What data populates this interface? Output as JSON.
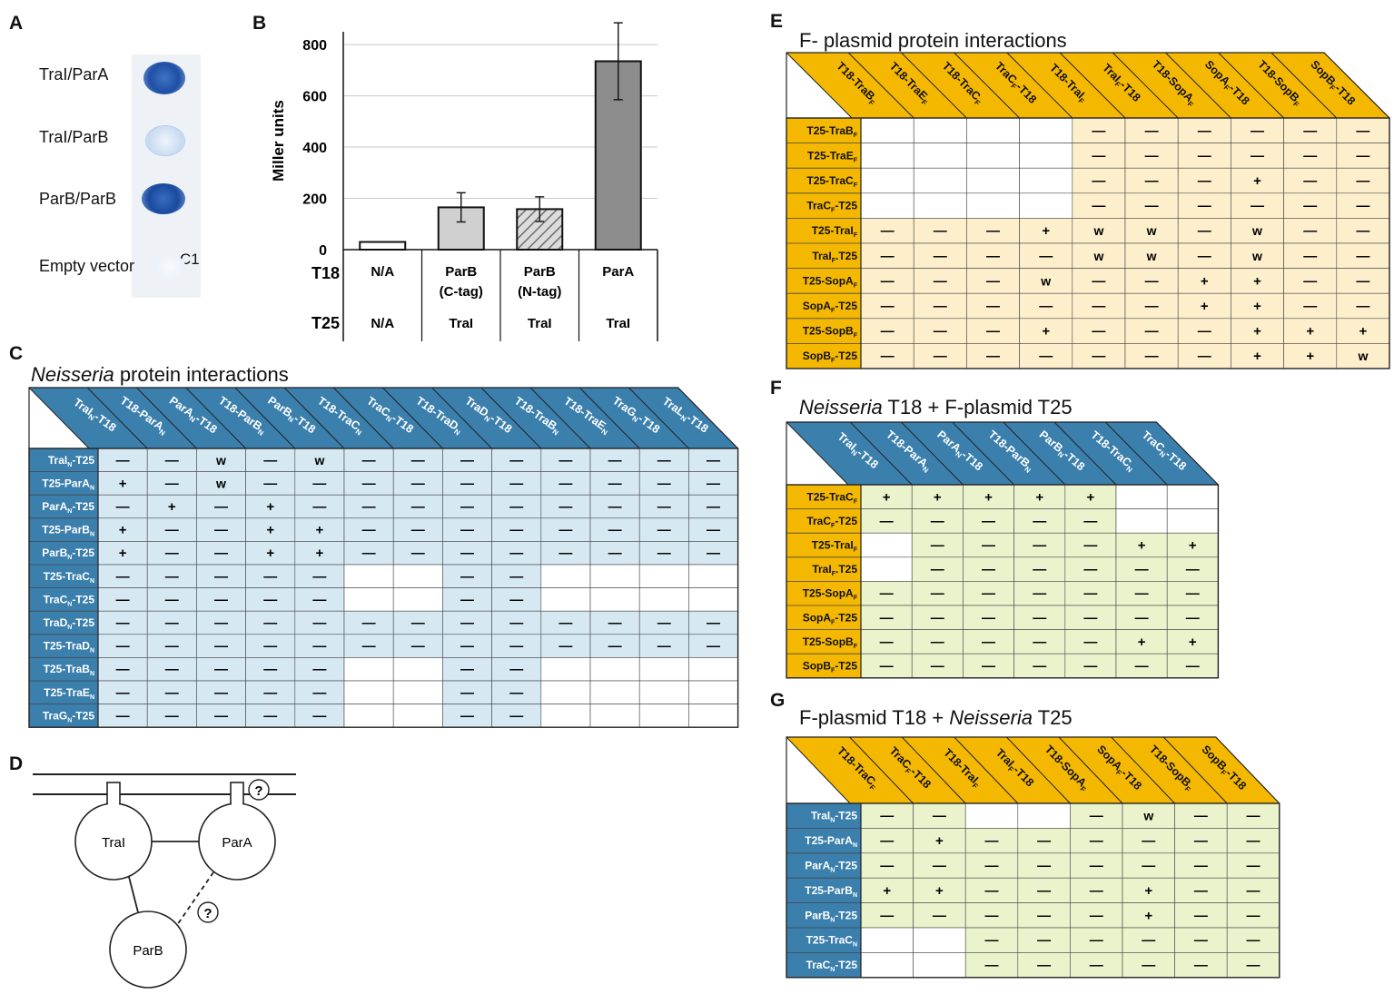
{
  "panels": {
    "A": {
      "label": "A",
      "rows": [
        {
          "label": "TraI/ParA",
          "spot": "strong"
        },
        {
          "label": "TraI/ParB",
          "spot": "weak"
        },
        {
          "label": "ParB/ParB",
          "spot": "strong"
        },
        {
          "label": "Empty vector",
          "spot": "none"
        }
      ],
      "corner_text": "C1"
    },
    "B": {
      "label": "B"
    },
    "C": {
      "label": "C",
      "title_italic": "Neisseria",
      "title_rest": " protein interactions"
    },
    "D": {
      "label": "D",
      "nodes": {
        "trai": "TraI",
        "para": "ParA",
        "parb": "ParB"
      },
      "question": "?"
    },
    "E": {
      "label": "E",
      "title": "F- plasmid protein interactions"
    },
    "F": {
      "label": "F",
      "title_italic": "Neisseria",
      "title_rest": " T18 + F-plasmid T25"
    },
    "G": {
      "label": "G",
      "title_pre": "F-plasmid T18 + ",
      "title_italic": "Neisseria",
      "title_rest": " T25"
    }
  },
  "chart_data": {
    "type": "bar",
    "ylabel": "Miller units",
    "ylim": [
      0,
      850
    ],
    "yticks": [
      0,
      200,
      400,
      600,
      800
    ],
    "row_labels": [
      "T18",
      "T25"
    ],
    "categories": [
      {
        "t18": "N/A",
        "t18_sub": "",
        "t25": "N/A"
      },
      {
        "t18": "ParB",
        "t18_sub": "(C-tag)",
        "t25": "TraI"
      },
      {
        "t18": "ParB",
        "t18_sub": "(N-tag)",
        "t25": "TraI"
      },
      {
        "t18": "ParA",
        "t18_sub": "",
        "t25": "TraI"
      }
    ],
    "values": [
      30,
      165,
      158,
      735
    ],
    "errors": [
      3,
      57,
      48,
      150
    ],
    "colors": [
      "#ffffff",
      "#d0d0d0",
      "hatch",
      "#8c8c8c"
    ]
  },
  "tables": {
    "C": {
      "header_color": "#3b7fad",
      "cell_color": "#d6e9f3",
      "cols": [
        [
          "TraI",
          "N",
          "-T18"
        ],
        [
          "T18-ParA",
          "N",
          ""
        ],
        [
          "ParA",
          "N",
          "-T18"
        ],
        [
          "T18-ParB",
          "N",
          ""
        ],
        [
          "ParB",
          "N",
          "-T18"
        ],
        [
          "T18-TraC",
          "N",
          ""
        ],
        [
          "TraC",
          "N",
          "-T18"
        ],
        [
          "T18-TraD",
          "N",
          ""
        ],
        [
          "TraD",
          "N",
          "-T18"
        ],
        [
          "T18-TraB",
          "N",
          ""
        ],
        [
          "T18-TraE",
          "N",
          ""
        ],
        [
          "TraG",
          "N",
          "-T18"
        ],
        [
          "TraL",
          "N",
          "-T18"
        ]
      ],
      "rows": [
        {
          "name": [
            "TraI",
            "N",
            "-T25"
          ],
          "cells": [
            "—",
            "—",
            "w",
            "—",
            "w",
            "—",
            "—",
            "—",
            "—",
            "—",
            "—",
            "—",
            "—"
          ]
        },
        {
          "name": [
            "T25-ParA",
            "N",
            ""
          ],
          "cells": [
            "+",
            "—",
            "w",
            "—",
            "—",
            "—",
            "—",
            "—",
            "—",
            "—",
            "—",
            "—",
            "—"
          ]
        },
        {
          "name": [
            "ParA",
            "N",
            "-T25"
          ],
          "cells": [
            "—",
            "+",
            "—",
            "+",
            "—",
            "—",
            "—",
            "—",
            "—",
            "—",
            "—",
            "—",
            "—"
          ]
        },
        {
          "name": [
            "T25-ParB",
            "N",
            ""
          ],
          "cells": [
            "+",
            "—",
            "—",
            "+",
            "+",
            "—",
            "—",
            "—",
            "—",
            "—",
            "—",
            "—",
            "—"
          ]
        },
        {
          "name": [
            "ParB",
            "N",
            "-T25"
          ],
          "cells": [
            "+",
            "—",
            "—",
            "+",
            "+",
            "—",
            "—",
            "—",
            "—",
            "—",
            "—",
            "—",
            "—"
          ]
        },
        {
          "name": [
            "T25-TraC",
            "N",
            ""
          ],
          "cells": [
            "—",
            "—",
            "—",
            "—",
            "—",
            "",
            "",
            "—",
            "—",
            "",
            "",
            "",
            ""
          ]
        },
        {
          "name": [
            "TraC",
            "N",
            "-T25"
          ],
          "cells": [
            "—",
            "—",
            "—",
            "—",
            "—",
            "",
            "",
            "—",
            "—",
            "",
            "",
            "",
            ""
          ]
        },
        {
          "name": [
            "TraD",
            "N",
            "-T25"
          ],
          "cells": [
            "—",
            "—",
            "—",
            "—",
            "—",
            "—",
            "—",
            "—",
            "—",
            "—",
            "—",
            "—",
            "—"
          ]
        },
        {
          "name": [
            "T25-TraD",
            "N",
            ""
          ],
          "cells": [
            "—",
            "—",
            "—",
            "—",
            "—",
            "—",
            "—",
            "—",
            "—",
            "—",
            "—",
            "—",
            "—"
          ]
        },
        {
          "name": [
            "T25-TraB",
            "N",
            ""
          ],
          "cells": [
            "—",
            "—",
            "—",
            "—",
            "—",
            "",
            "",
            "—",
            "—",
            "",
            "",
            "",
            ""
          ]
        },
        {
          "name": [
            "T25-TraE",
            "N",
            ""
          ],
          "cells": [
            "—",
            "—",
            "—",
            "—",
            "—",
            "",
            "",
            "—",
            "—",
            "",
            "",
            "",
            ""
          ]
        },
        {
          "name": [
            "TraG",
            "N",
            "-T25"
          ],
          "cells": [
            "—",
            "—",
            "—",
            "—",
            "—",
            "",
            "",
            "—",
            "—",
            "",
            "",
            "",
            ""
          ]
        }
      ]
    },
    "E": {
      "header_color": "#f5b800",
      "cell_color": "#fdefcc",
      "cols": [
        [
          "T18-TraB",
          "F",
          ""
        ],
        [
          "T18-TraE",
          "F",
          ""
        ],
        [
          "T18-TraC",
          "F",
          ""
        ],
        [
          "TraC",
          "F",
          "-T18"
        ],
        [
          "T18-TraI",
          "F",
          ""
        ],
        [
          "TraI",
          "F",
          "-T18"
        ],
        [
          "T18-SopA",
          "F",
          ""
        ],
        [
          "SopA",
          "F",
          "-T18"
        ],
        [
          "T18-SopB",
          "F",
          ""
        ],
        [
          "SopB",
          "F",
          "-T18"
        ]
      ],
      "rows": [
        {
          "name": [
            "T25-TraB",
            "F",
            ""
          ],
          "cells": [
            "",
            "",
            "",
            "",
            "—",
            "—",
            "—",
            "—",
            "—",
            "—"
          ]
        },
        {
          "name": [
            "T25-TraE",
            "F",
            ""
          ],
          "cells": [
            "",
            "",
            "",
            "",
            "—",
            "—",
            "—",
            "—",
            "—",
            "—"
          ]
        },
        {
          "name": [
            "T25-TraC",
            "F",
            ""
          ],
          "cells": [
            "",
            "",
            "",
            "",
            "—",
            "—",
            "—",
            "+",
            "—",
            "—"
          ]
        },
        {
          "name": [
            "TraC",
            "F",
            "-T25"
          ],
          "cells": [
            "",
            "",
            "",
            "",
            "—",
            "—",
            "—",
            "—",
            "—",
            "—"
          ]
        },
        {
          "name": [
            "T25-TraI",
            "F",
            ""
          ],
          "cells": [
            "—",
            "—",
            "—",
            "+",
            "w",
            "w",
            "—",
            "w",
            "—",
            "—"
          ]
        },
        {
          "name": [
            "TraI",
            "F",
            ".T25"
          ],
          "cells": [
            "—",
            "—",
            "—",
            "—",
            "w",
            "w",
            "—",
            "w",
            "—",
            "—"
          ]
        },
        {
          "name": [
            "T25-SopA",
            "F",
            ""
          ],
          "cells": [
            "—",
            "—",
            "—",
            "w",
            "—",
            "—",
            "+",
            "+",
            "—",
            "—"
          ]
        },
        {
          "name": [
            "SopA",
            "F",
            "-T25"
          ],
          "cells": [
            "—",
            "—",
            "—",
            "—",
            "—",
            "—",
            "+",
            "+",
            "—",
            "—"
          ]
        },
        {
          "name": [
            "T25-SopB",
            "F",
            ""
          ],
          "cells": [
            "—",
            "—",
            "—",
            "+",
            "—",
            "—",
            "—",
            "+",
            "+",
            "+"
          ]
        },
        {
          "name": [
            "SopB",
            "F",
            "-T25"
          ],
          "cells": [
            "—",
            "—",
            "—",
            "—",
            "—",
            "—",
            "—",
            "+",
            "+",
            "w"
          ]
        }
      ]
    },
    "F": {
      "header_color": "#3b7fad",
      "cell_color": "#ebf3cd",
      "cols": [
        [
          "TraI",
          "N",
          "-T18"
        ],
        [
          "T18-ParA",
          "N",
          ""
        ],
        [
          "ParA",
          "N",
          "-T18"
        ],
        [
          "T18-ParB",
          "N",
          ""
        ],
        [
          "ParB",
          "N",
          "-T18"
        ],
        [
          "T18-TraC",
          "N",
          ""
        ],
        [
          "TraC",
          "N",
          "-T18"
        ]
      ],
      "rows": [
        {
          "name": [
            "T25-TraC",
            "F",
            ""
          ],
          "cells": [
            "+",
            "+",
            "+",
            "+",
            "+",
            "",
            ""
          ]
        },
        {
          "name": [
            "TraC",
            "F",
            "-T25"
          ],
          "cells": [
            "—",
            "—",
            "—",
            "—",
            "—",
            "",
            ""
          ]
        },
        {
          "name": [
            "T25-TraI",
            "F",
            ""
          ],
          "cells": [
            "",
            "—",
            "—",
            "—",
            "—",
            "+",
            "+"
          ]
        },
        {
          "name": [
            "TraI",
            "F",
            ".T25"
          ],
          "cells": [
            "",
            "—",
            "—",
            "—",
            "—",
            "—",
            "—"
          ]
        },
        {
          "name": [
            "T25-SopA",
            "F",
            ""
          ],
          "cells": [
            "—",
            "—",
            "—",
            "—",
            "—",
            "—",
            "—"
          ]
        },
        {
          "name": [
            "SopA",
            "F",
            "-T25"
          ],
          "cells": [
            "—",
            "—",
            "—",
            "—",
            "—",
            "—",
            "—"
          ]
        },
        {
          "name": [
            "T25-SopB",
            "F",
            ""
          ],
          "cells": [
            "—",
            "—",
            "—",
            "—",
            "—",
            "+",
            "+"
          ]
        },
        {
          "name": [
            "SopB",
            "F",
            "-T25"
          ],
          "cells": [
            "—",
            "—",
            "—",
            "—",
            "—",
            "—",
            "—"
          ]
        }
      ]
    },
    "G": {
      "header_color": "#f5b800",
      "cell_color": "#ebf3cd",
      "cols": [
        [
          "T18-TraC",
          "F",
          ""
        ],
        [
          "TraC",
          "F",
          "-T18"
        ],
        [
          "T18-TraI",
          "F",
          ""
        ],
        [
          "TraI",
          "F",
          "-T18"
        ],
        [
          "T18-SopA",
          "F",
          ""
        ],
        [
          "SopA",
          "F",
          "-T18"
        ],
        [
          "T18-SopB",
          "F",
          ""
        ],
        [
          "SopB",
          "F",
          "-T18"
        ]
      ],
      "rows": [
        {
          "name": [
            "TraI",
            "N",
            "-T25"
          ],
          "cells": [
            "—",
            "—",
            "",
            "",
            "—",
            "w",
            "—",
            "—"
          ]
        },
        {
          "name": [
            "T25-ParA",
            "N",
            ""
          ],
          "cells": [
            "—",
            "+",
            "—",
            "—",
            "—",
            "—",
            "—",
            "—"
          ]
        },
        {
          "name": [
            "ParA",
            "N",
            "-T25"
          ],
          "cells": [
            "—",
            "—",
            "—",
            "—",
            "—",
            "—",
            "—",
            "—"
          ]
        },
        {
          "name": [
            "T25-ParB",
            "N",
            ""
          ],
          "cells": [
            "+",
            "+",
            "—",
            "—",
            "—",
            "+",
            "—",
            "—"
          ]
        },
        {
          "name": [
            "ParB",
            "N",
            "-T25"
          ],
          "cells": [
            "—",
            "—",
            "—",
            "—",
            "—",
            "+",
            "—",
            "—"
          ]
        },
        {
          "name": [
            "T25-TraC",
            "N",
            ""
          ],
          "cells": [
            "",
            "",
            "—",
            "—",
            "—",
            "—",
            "—",
            "—"
          ]
        },
        {
          "name": [
            "TraC",
            "N",
            "-T25"
          ],
          "cells": [
            "",
            "",
            "—",
            "—",
            "—",
            "—",
            "—",
            "—"
          ]
        }
      ]
    }
  }
}
